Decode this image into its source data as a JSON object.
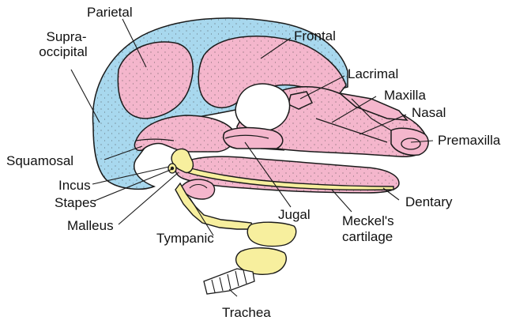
{
  "colors": {
    "dermal_bone": "#f4b6cc",
    "cartilage_bone": "#a8d8ee",
    "cartilage": "#f7ef9e",
    "outline": "#1a1a1a",
    "leader": "#1a1a1a"
  },
  "labels": {
    "parietal": "Parietal",
    "supraoccipital_1": "Supra-",
    "supraoccipital_2": "occipital",
    "frontal": "Frontal",
    "lacrimal": "Lacrimal",
    "maxilla": "Maxilla",
    "nasal": "Nasal",
    "premaxilla": "Premaxilla",
    "squamosal": "Squamosal",
    "incus": "Incus",
    "stapes": "Stapes",
    "malleus": "Malleus",
    "tympanic": "Tympanic",
    "jugal": "Jugal",
    "meckels_1": "Meckel's",
    "meckels_2": "cartilage",
    "dentary": "Dentary",
    "trachea": "Trachea"
  }
}
